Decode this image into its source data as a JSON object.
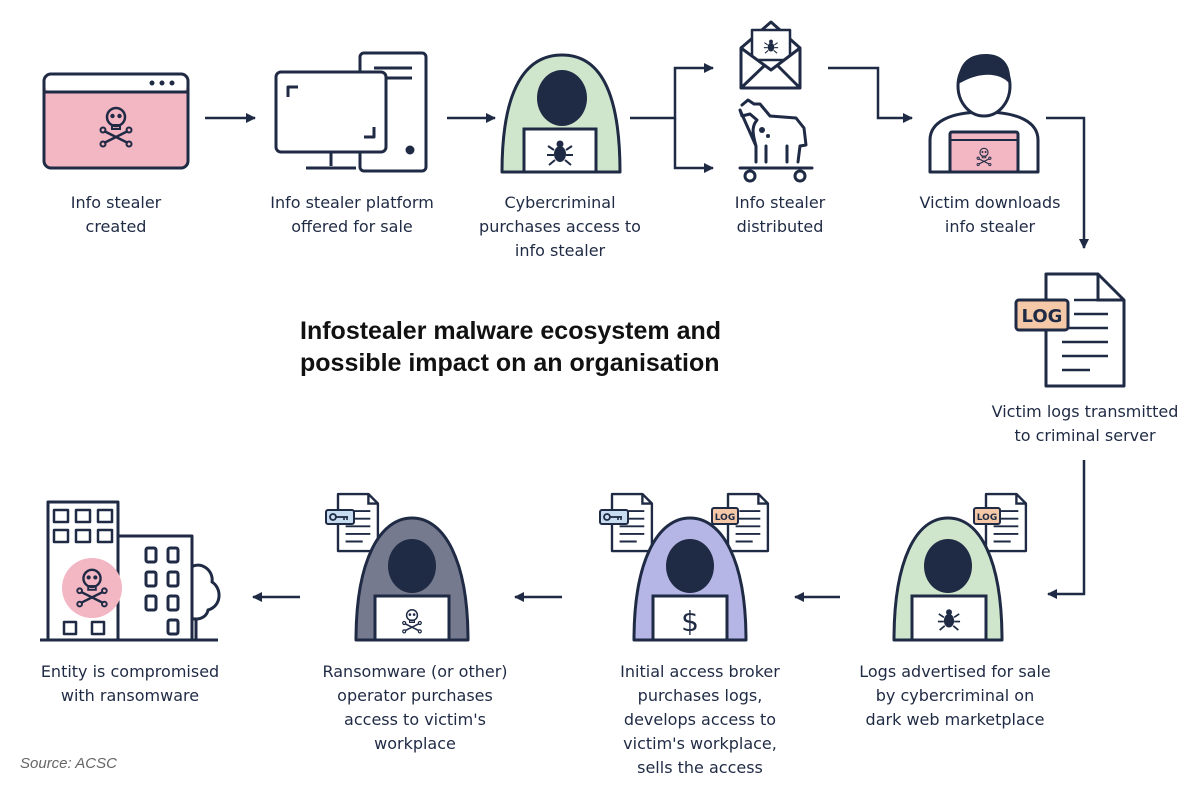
{
  "title": {
    "line1": "Infostealer malware ecosystem and",
    "line2": "possible impact on an organisation"
  },
  "source": "Source: ACSC",
  "icon_labels": {
    "log": "LOG"
  },
  "colors": {
    "navy": "#1f2a44",
    "pink": "#f3b6c3",
    "green": "#cfe6cc",
    "purple": "#b6b6e6",
    "gray": "#767a8e",
    "orange": "#f5c9a8",
    "blue": "#c7dcee"
  },
  "steps": [
    {
      "id": "created",
      "lines": [
        "Info stealer",
        "created"
      ]
    },
    {
      "id": "platform",
      "lines": [
        "Info stealer platform",
        "offered for sale"
      ]
    },
    {
      "id": "purchases",
      "lines": [
        "Cybercriminal",
        "purchases access to",
        "info stealer"
      ]
    },
    {
      "id": "distributed",
      "lines": [
        "Info stealer",
        "distributed"
      ]
    },
    {
      "id": "downloads",
      "lines": [
        "Victim downloads",
        "info stealer"
      ]
    },
    {
      "id": "transmitted",
      "lines": [
        "Victim logs transmitted",
        "to criminal server"
      ]
    },
    {
      "id": "advertised",
      "lines": [
        "Logs advertised for sale",
        "by cybercriminal on",
        "dark web marketplace"
      ]
    },
    {
      "id": "broker",
      "lines": [
        "Initial access broker",
        "purchases logs,",
        "develops access to",
        "victim's workplace,",
        "sells the access"
      ]
    },
    {
      "id": "ransomware-operator",
      "lines": [
        "Ransomware (or other)",
        "operator purchases",
        "access to victim's",
        "workplace"
      ]
    },
    {
      "id": "compromised",
      "lines": [
        "Entity is compromised",
        "with ransomware"
      ]
    }
  ]
}
